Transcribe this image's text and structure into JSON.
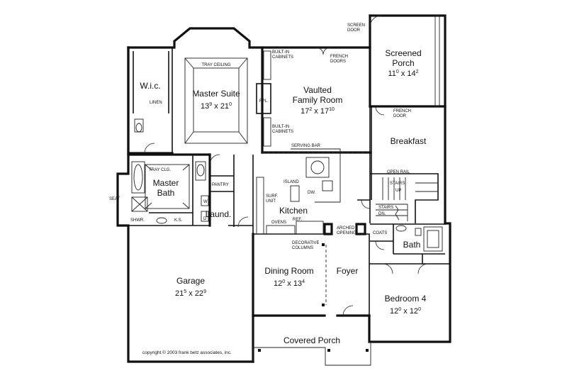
{
  "rooms": {
    "screened_porch": {
      "name1": "Screened",
      "name2": "Porch",
      "w": "11",
      "w_sup": "0",
      "x": " x ",
      "h": "14",
      "h_sup": "2"
    },
    "family_room": {
      "name1": "Vaulted",
      "name2": "Family Room",
      "w": "17",
      "w_sup": "2",
      "x": " x ",
      "h": "17",
      "h_sup": "10"
    },
    "master_suite": {
      "name": "Master Suite",
      "w": "13",
      "w_sup": "9",
      "x": " x ",
      "h": "21",
      "h_sup": "0"
    },
    "wic": {
      "name": "W.i.c."
    },
    "breakfast": {
      "name": "Breakfast"
    },
    "master_bath": {
      "name1": "Master",
      "name2": "Bath"
    },
    "kitchen": {
      "name": "Kitchen"
    },
    "laundry": {
      "name": "Laund."
    },
    "garage": {
      "name": "Garage",
      "w": "21",
      "w_sup": "5",
      "x": " x ",
      "h": "22",
      "h_sup": "9"
    },
    "dining_room": {
      "name": "Dining Room",
      "w": "12",
      "w_sup": "0",
      "x": " x ",
      "h": "13",
      "h_sup": "4"
    },
    "foyer": {
      "name": "Foyer"
    },
    "bath": {
      "name": "Bath"
    },
    "bedroom4": {
      "name": "Bedroom 4",
      "w": "12",
      "w_sup": "0",
      "x": " x ",
      "h": "12",
      "h_sup": "0"
    },
    "covered_porch": {
      "name": "Covered Porch"
    }
  },
  "notes": {
    "screen_door1": "SCREEN",
    "screen_door2": "DOOR",
    "built_in_top1": "BUILT-IN",
    "built_in_top2": "CABINETS",
    "french_doors1": "FRENCH",
    "french_doors2": "DOORS",
    "tray_ceiling": "TRAY CEILING",
    "linen": "LINEN",
    "fpl": "FPL.",
    "built_in_bot1": "BUILT-IN",
    "built_in_bot2": "CABINETS",
    "french_door1": "FRENCH",
    "french_door2": "DOOR",
    "serving_bar": "SERVING BAR",
    "tray_clg": "TRAY CLG.",
    "pantry": "PANTRY",
    "island": "ISLAND",
    "dw": "DW.",
    "open_rail": "OPEN RAIL",
    "stairs_up": "STAIRS",
    "up": "UP",
    "seat": "SEAT",
    "surf_unit1": "SURF.",
    "surf_unit2": "UNIT",
    "w": "W",
    "d": "D",
    "stairs_dn": "STAIRS",
    "dn": "DN.",
    "shwr": "SHWR.",
    "ks": "K.S.",
    "ovens": "OVENS",
    "ref": "REF.",
    "arched1": "ARCHED",
    "arched2": "OPENING",
    "coats": "COATS",
    "decorative1": "DECORATIVE",
    "decorative2": "COLUMNS"
  },
  "copyright": "copyright © 2003 frank betz associates, inc."
}
